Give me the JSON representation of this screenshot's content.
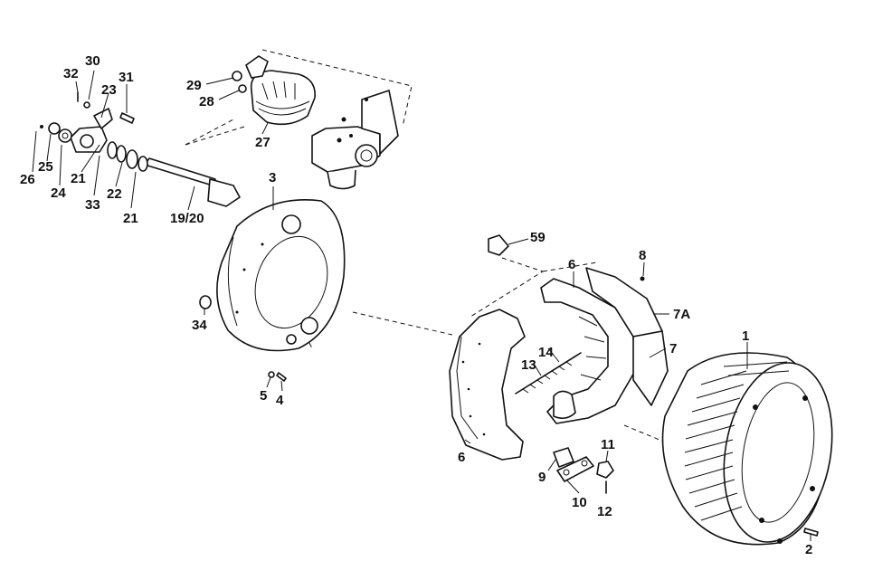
{
  "labels": {
    "l30": "30",
    "l32": "32",
    "l23": "23",
    "l31": "31",
    "l29": "29",
    "l28": "28",
    "l27": "27",
    "l26": "26",
    "l25": "25",
    "l24": "24",
    "l21a": "21",
    "l33": "33",
    "l22": "22",
    "l21b": "21",
    "l1920": "19/20",
    "l3": "3",
    "l34": "34",
    "l5": "5",
    "l4": "4",
    "l59": "59",
    "l6a": "6",
    "l8": "8",
    "l7a": "7A",
    "l7": "7",
    "l1": "1",
    "l14": "14",
    "l13": "13",
    "l6b": "6",
    "l9": "9",
    "l10": "10",
    "l11": "11",
    "l12": "12",
    "l2": "2"
  }
}
